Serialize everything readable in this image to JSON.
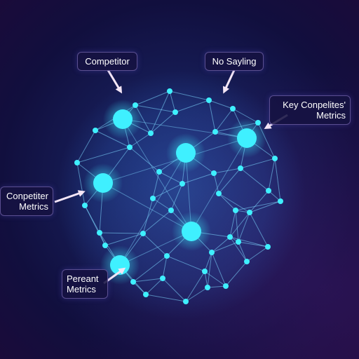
{
  "colors": {
    "node": "#3ff0ff",
    "edge": "#7fd8ff",
    "arrow": "#f4e6f6",
    "label_bg": "#16124a"
  },
  "labels": {
    "competitor": "Competitor",
    "no_saying": "No Sayling",
    "key_metrics": [
      "Key Conpelites'",
      "Metrics"
    ],
    "conpetiter_metrics": [
      "Conpetiter",
      "Metrics"
    ],
    "pereant_metrics": [
      "Pereant",
      "Metrics"
    ]
  }
}
